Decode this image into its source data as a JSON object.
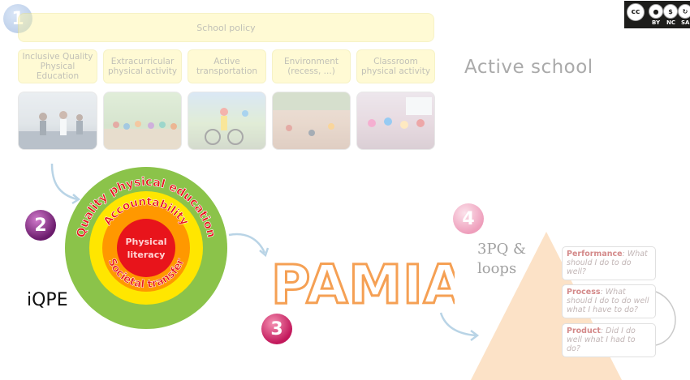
{
  "school_policy": {
    "number": "1",
    "bar_label": "School policy",
    "boxes": [
      "Inclusive Quality Physical Education",
      "Extracurricular physical activity",
      "Active transportation",
      "Environment (recess, ...)",
      "Classroom physical activity"
    ],
    "title": "Active school"
  },
  "iqpe": {
    "number": "2",
    "label": "iQPE",
    "ring_outer": "Quality physical education",
    "ring_middle": "Accountability",
    "ring_inner": "Societal transfer",
    "core_line1": "Physical",
    "core_line2": "literacy"
  },
  "pamia": {
    "number": "3",
    "title": "PAMIA"
  },
  "spq": {
    "number": "4",
    "line1": "3PQ &",
    "line2": "loops",
    "questions": [
      {
        "head": "Performance",
        "text": ": What should I do to do well?"
      },
      {
        "head": "Process",
        "text": ": What should I do to do well what I have to do?"
      },
      {
        "head": "Product",
        "text": ": Did I do well what I had to do?"
      }
    ]
  },
  "license": {
    "cc": "cc",
    "by": "BY",
    "nc": "NC",
    "sa": "SA"
  },
  "colors": {
    "yellow_box": "#fff59a",
    "ring_green": "#8bc34a",
    "ring_yellow": "#ffe600",
    "ring_orange": "#ff9800",
    "core_red": "#e8141b",
    "pamia_orange": "#f5a054",
    "badge_magenta": "#c2185b",
    "pyramid_peach": "#fbd8b4"
  }
}
